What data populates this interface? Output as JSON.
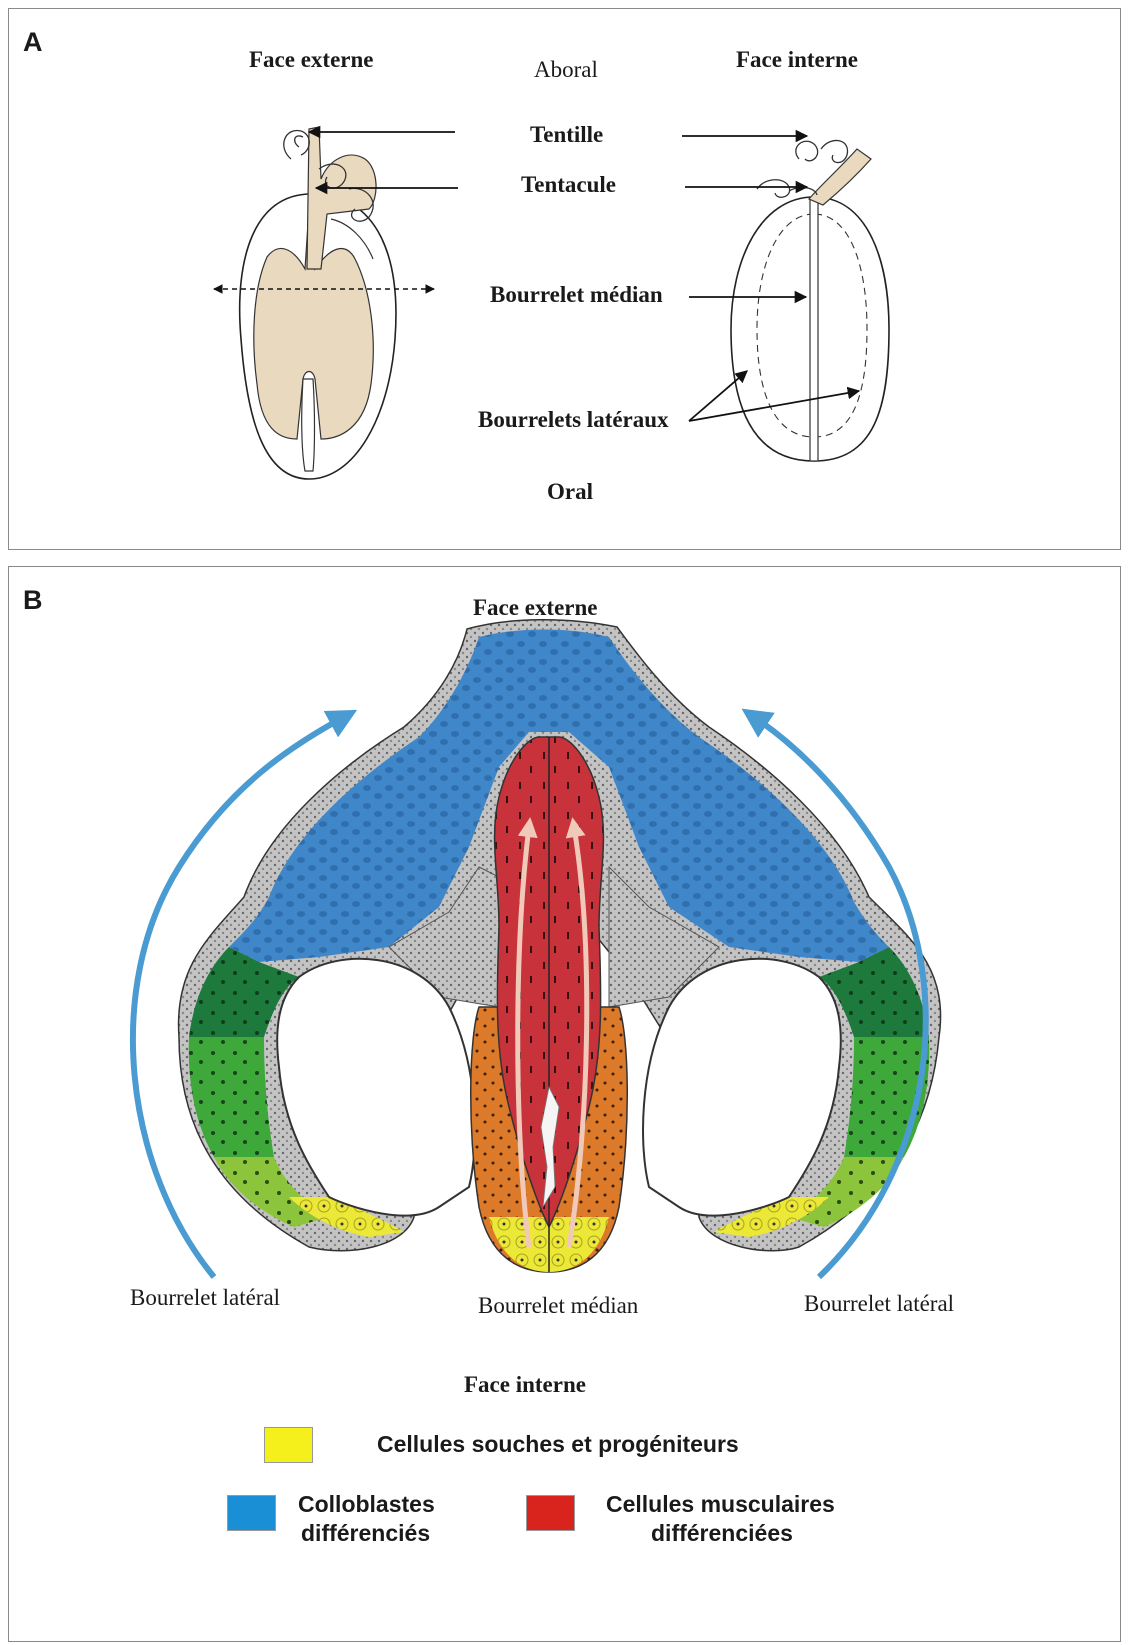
{
  "panel_a": {
    "letter": "A",
    "face_externe": "Face externe",
    "face_interne": "Face  interne",
    "aboral": "Aboral",
    "oral": "Oral",
    "tentille": "Tentille",
    "tentacule": "Tentacule",
    "bourrelet_median": "Bourrelet médian",
    "bourrelets_lateraux": "Bourrelets latéraux"
  },
  "panel_b": {
    "letter": "B",
    "face_externe": "Face externe",
    "face_interne": "Face  interne",
    "bourrelet_lateral_left": "Bourrelet latéral",
    "bourrelet_median": "Bourrelet médian",
    "bourrelet_lateral_right": "Bourrelet latéral"
  },
  "legend": {
    "items": [
      {
        "label": "Cellules souches et progéniteurs",
        "color": "#f5ef1c"
      },
      {
        "label_line1": "Colloblastes",
        "label_line2": "différenciés",
        "color": "#1b8fd6"
      },
      {
        "label_line1": "Cellules musculaires",
        "label_line2": "différenciées",
        "color": "#d9231d"
      }
    ]
  },
  "colors": {
    "tan": "#e8d9bf",
    "blue_tissue": "#3f87c9",
    "blue_arrow": "#4a9bd1",
    "red_tissue": "#c8323b",
    "dark_green": "#1e7a3c",
    "mid_green": "#3fa83a",
    "light_green": "#8cc43c",
    "yellow_tissue": "#ece838",
    "orange_tissue": "#dd7a2a",
    "gray_tissue": "#b8b8b8"
  }
}
